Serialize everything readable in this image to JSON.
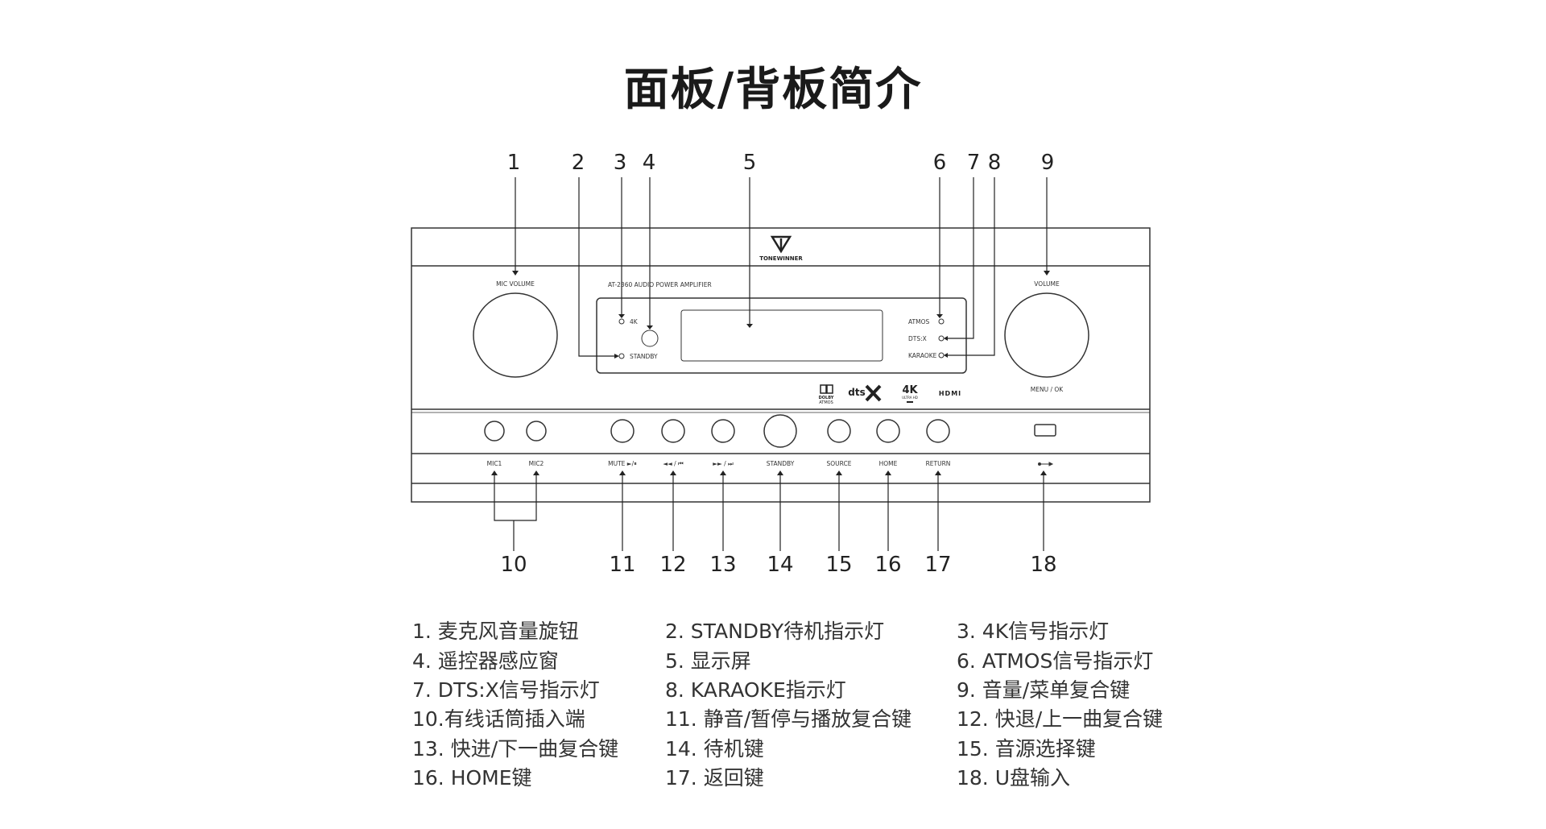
{
  "page": {
    "title": "面板/背板简介"
  },
  "callouts": [
    "1",
    "2",
    "3",
    "4",
    "5",
    "6",
    "7",
    "8",
    "9",
    "10",
    "11",
    "12",
    "13",
    "14",
    "15",
    "16",
    "17",
    "18"
  ],
  "device": {
    "brand": "TONEWINNER",
    "model_text": "AT-2360 AUDIO POWER AMPLIFIER",
    "mic_volume_label": "MIC VOLUME",
    "volume_label": "VOLUME",
    "menu_ok_label": "MENU / OK",
    "ind_4k": "4K",
    "ind_standby": "STANDBY",
    "ind_atmos": "ATMOS",
    "ind_dtsx": "DTS:X",
    "ind_karaoke": "KARAOKE",
    "logo_dolby_1": "DOLBY",
    "logo_dolby_2": "ATMOS",
    "logo_dts": "dts",
    "logo_4k": "4K",
    "logo_4k_sub": "ULTRA HD",
    "logo_hdmi": "HDMI",
    "labels": {
      "mic1": "MIC1",
      "mic2": "MIC2",
      "mute": "MUTE  ►/⏸",
      "prev": "◄◄ / ⏮",
      "next": "►► / ⏭",
      "standby": "STANDBY",
      "source": "SOURCE",
      "home": "HOME",
      "return": "RETURN"
    }
  },
  "descriptions": [
    [
      "1. 麦克风音量旋钮",
      "2. STANDBY待机指示灯",
      "3. 4K信号指示灯"
    ],
    [
      "4. 遥控器感应窗",
      "5. 显示屏",
      "6. ATMOS信号指示灯"
    ],
    [
      "7. DTS:X信号指示灯",
      "8. KARAOKE指示灯",
      "9. 音量/菜单复合键"
    ],
    [
      "10.有线话筒插入端",
      "11. 静音/暂停与播放复合键",
      "12. 快退/上一曲复合键"
    ],
    [
      "13. 快进/下一曲复合键",
      "14. 待机键",
      "15. 音源选择键"
    ],
    [
      "16. HOME键",
      "17. 返回键",
      "18. U盘输入"
    ]
  ]
}
